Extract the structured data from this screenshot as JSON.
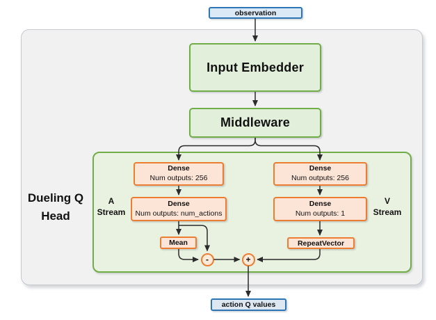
{
  "diagram": {
    "input_node": {
      "label": "observation"
    },
    "output_node": {
      "label": "action Q values"
    },
    "input_embedder": {
      "label": "Input Embedder"
    },
    "middleware": {
      "label": "Middleware"
    },
    "dueling_head": {
      "label": "Dueling Q\nHead",
      "a_stream": {
        "label": "A\nStream",
        "dense1": {
          "title": "Dense",
          "subtitle": "Num outputs: 256"
        },
        "dense2": {
          "title": "Dense",
          "subtitle": "Num outputs: num_actions"
        },
        "mean": {
          "label": "Mean"
        },
        "minus_op": {
          "label": "-"
        }
      },
      "v_stream": {
        "label": "V\nStream",
        "dense1": {
          "title": "Dense",
          "subtitle": "Num outputs: 256"
        },
        "dense2": {
          "title": "Dense",
          "subtitle": "Num outputs: 1"
        },
        "repeat_vector": {
          "label": "RepeatVector"
        },
        "plus_op": {
          "label": "+"
        }
      }
    }
  },
  "colors": {
    "blue_border": "#2e75b6",
    "blue_fill": "#dbe8f6",
    "blue_fill_out": "#dde7f2",
    "green_border": "#70ad47",
    "green_fill": "#e2efda",
    "panel_green_fill": "#e9f2e0",
    "orange_border": "#ed7d31",
    "orange_fill": "#fce4d6",
    "orange_fill_light": "#fdead9",
    "outer_panel_fill": "#f1f1f2",
    "outer_panel_border": "#c6cacd",
    "arrow": "#2b2b2b"
  }
}
